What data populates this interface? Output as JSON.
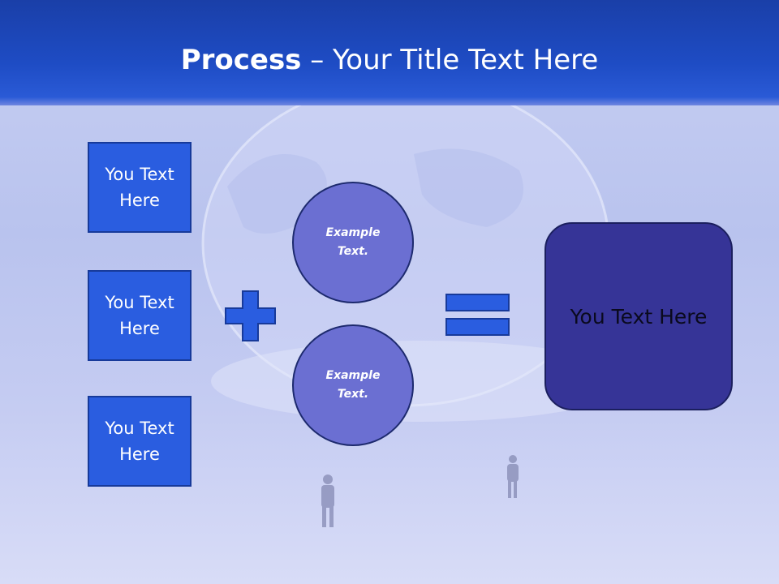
{
  "slide": {
    "title_bold": "Process",
    "title_rest": " – Your Title Text Here"
  },
  "left_boxes": [
    {
      "label": "You Text Here"
    },
    {
      "label": "You Text Here"
    },
    {
      "label": "You Text Here"
    }
  ],
  "circles": [
    {
      "line1": "Example",
      "line2": "Text."
    },
    {
      "line1": "Example",
      "line2": "Text."
    }
  ],
  "result": {
    "label": "You Text Here"
  },
  "icons": {
    "plus": "plus-icon",
    "equals": "equals-icon"
  },
  "colors": {
    "header": "#1e4cc4",
    "box_fill": "#2a5de0",
    "circle_fill": "#6b6fd2",
    "result_fill": "#363497"
  }
}
